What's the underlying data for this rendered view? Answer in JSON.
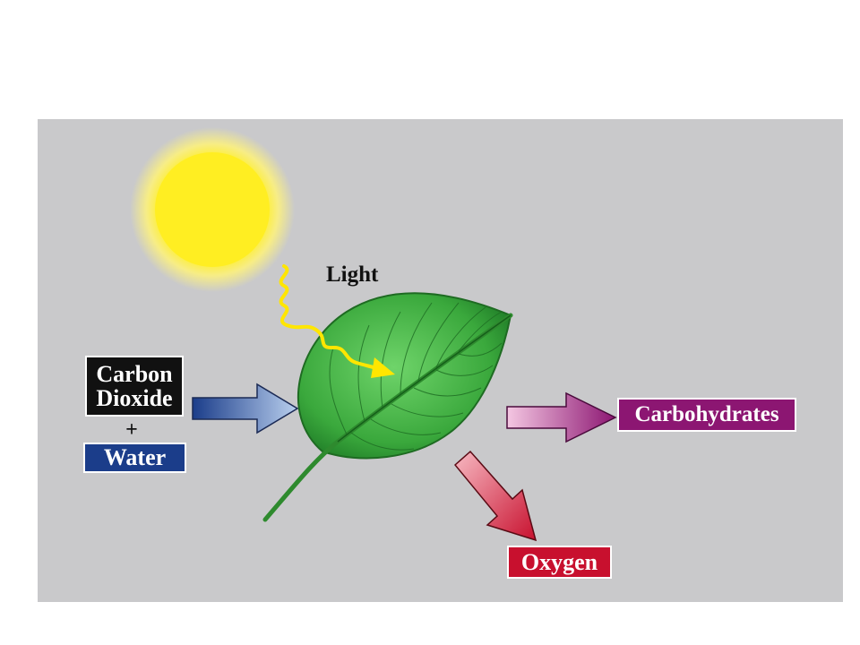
{
  "labels": {
    "light": "Light",
    "carbon_dioxide_line1": "Carbon",
    "carbon_dioxide_line2": "Dioxide",
    "plus": "+",
    "water": "Water",
    "carbohydrates": "Carbohydrates",
    "oxygen": "Oxygen"
  },
  "colors": {
    "panel_background": "#c9c9cb",
    "sun": "#ffee22",
    "leaf": "#4ab84a",
    "leaf_dark": "#1e7a26",
    "carbon_dioxide_box": "#111111",
    "water_box": "#1b3d8a",
    "carbohydrates_box": "#8c1672",
    "oxygen_box": "#c8102e",
    "input_arrow": "#2a4f9c",
    "carbohydrates_arrow": "#8c1672",
    "oxygen_arrow": "#c8102e",
    "light_ray": "#ffe600"
  },
  "icons": [
    "sun-icon",
    "leaf-icon",
    "light-ray-icon"
  ]
}
